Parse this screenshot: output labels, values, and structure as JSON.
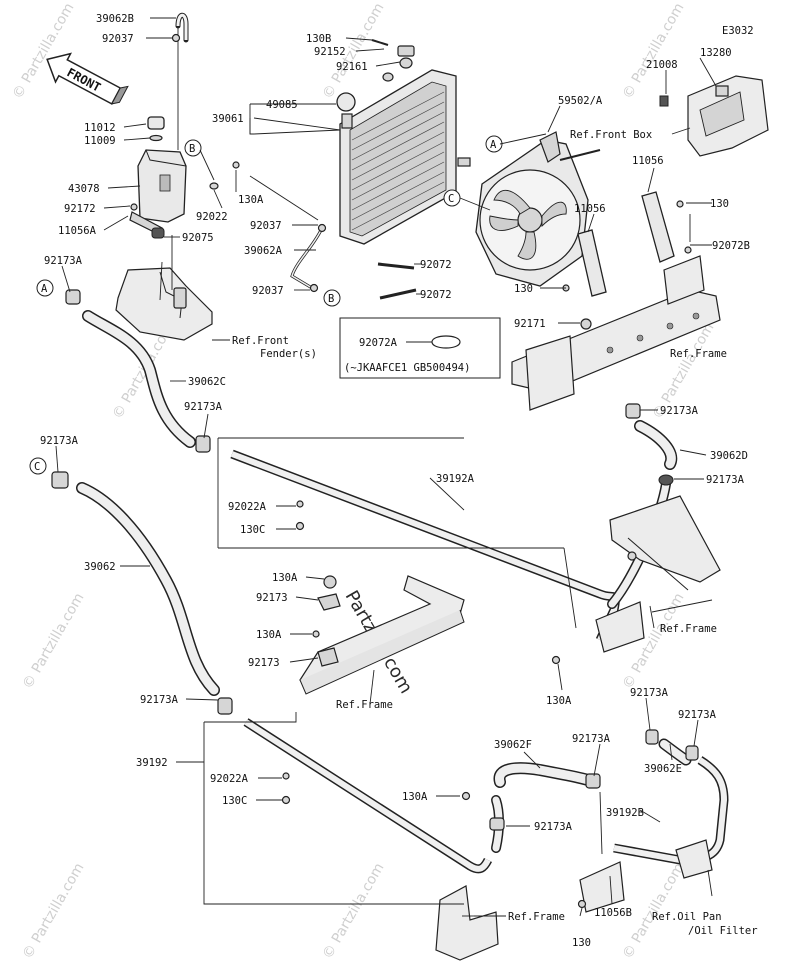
{
  "diagram_code": "E3032",
  "direction_arrow": "FRONT",
  "watermark": {
    "site": "© Partzilla.com",
    "center": "Partzilla.com"
  },
  "parts": {
    "p39062B": "39062B",
    "p92037_top": "92037",
    "p11012": "11012",
    "p11009": "11009",
    "p43078": "43078",
    "p92172": "92172",
    "p11056A": "11056A",
    "p92075": "92075",
    "p92022_top": "92022",
    "p130A_top": "130A",
    "p130B": "130B",
    "p92152": "92152",
    "p92161": "92161",
    "p49085": "49085",
    "p39061": "39061",
    "p92037_mid": "92037",
    "p39062A": "39062A",
    "p92037_low": "92037",
    "p59502A": "59502/A",
    "p11056_r1": "11056",
    "p11056_r2": "11056",
    "p130_r1": "130",
    "p130_r2": "130",
    "p92072B": "92072B",
    "p92072_1": "92072",
    "p92072_2": "92072",
    "p92171": "92171",
    "p21008": "21008",
    "p13280": "13280",
    "p92173A_1": "92173A",
    "p39062C": "39062C",
    "p92173A_2": "92173A",
    "p92173A_3": "92173A",
    "p39192A": "39192A",
    "p92022A_1": "92022A",
    "p130C_1": "130C",
    "p92173A_4": "92173A",
    "p39062D": "39062D",
    "p92173A_5": "92173A",
    "p39062": "39062",
    "p130A_1": "130A",
    "p92173_1": "92173",
    "p130A_2": "130A",
    "p92173_2": "92173",
    "p130A_3": "130A",
    "p92173A_6": "92173A",
    "p39192": "39192",
    "p92022A_2": "92022A",
    "p130C_2": "130C",
    "p130A_4": "130A",
    "p39062F": "39062F",
    "p92173A_7": "92173A",
    "p92173A_8": "92173A",
    "p92173A_9": "92173A",
    "p92173A_10": "92173A",
    "p39062E": "39062E",
    "p39192B": "39192B",
    "p11056B": "11056B",
    "p130_bot": "130"
  },
  "refs": {
    "front_box": "Ref.Front Box",
    "front_fender_1": "Ref.Front",
    "front_fender_2": "Fender(s)",
    "frame_1": "Ref.Frame",
    "frame_2": "Ref.Frame",
    "frame_3": "Ref.Frame",
    "frame_4": "Ref.Frame",
    "oil_pan_1": "Ref.Oil Pan",
    "oil_pan_2": "/Oil Filter"
  },
  "callouts": {
    "A": "A",
    "B": "B",
    "C": "C"
  },
  "inset": {
    "part": "92072A",
    "note": "(~JKAAFCE1 GB500494)"
  }
}
